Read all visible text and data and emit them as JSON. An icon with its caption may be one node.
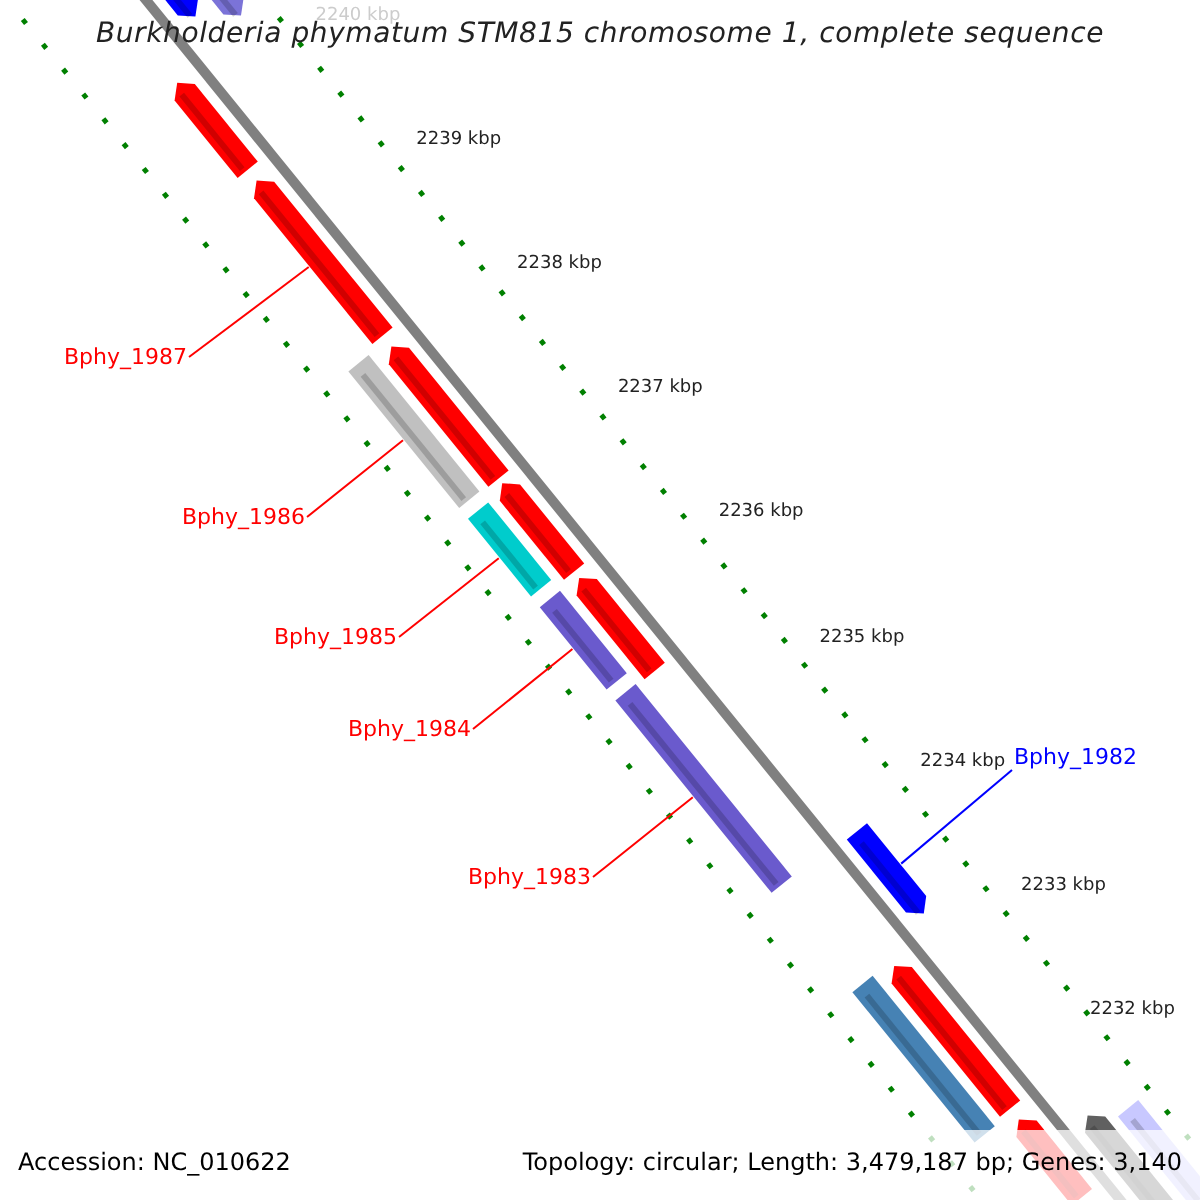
{
  "diagram": {
    "title": "Burkholderia phymatum STM815 chromosome 1, complete sequence",
    "nodes": [
      {
        "text": [
          "Bphy_1987"
        ]
      },
      {
        "text": [
          "Bphy_1986"
        ]
      },
      {
        "text": [
          "Bphy_1985"
        ]
      },
      {
        "text": [
          "Bphy_1984"
        ]
      },
      {
        "text": [
          "Bphy_1983"
        ]
      },
      {
        "text": [
          "Bphy_1982"
        ]
      },
      {
        "text": [],
        "shape": "bar"
      },
      {
        "text": [],
        "shape": "bar"
      },
      {
        "text": [],
        "shape": "bar"
      },
      {
        "text": [],
        "shape": "bar"
      },
      {
        "text": [],
        "shape": "bar"
      },
      {
        "text": [],
        "shape": "bar"
      },
      {
        "text": [],
        "shape": "bar"
      },
      {
        "text": [],
        "shape": "bar"
      },
      {
        "text": [],
        "shape": "bar"
      },
      {
        "text": [],
        "shape": "bar"
      },
      {
        "text": [],
        "shape": "bar"
      },
      {
        "text": [],
        "shape": "bar"
      },
      {
        "text": [],
        "shape": "bar"
      },
      {
        "text": [],
        "shape": "bar"
      },
      {
        "text": [],
        "shape": "bar"
      },
      {
        "text": [],
        "shape": "bar"
      },
      {
        "text": [],
        "shape": "bar"
      }
    ],
    "edges": [
      {
        "from": 0,
        "to": 6,
        "arrow": "none"
      },
      {
        "from": 1,
        "to": 7,
        "arrow": "none"
      },
      {
        "from": 2,
        "to": 8,
        "arrow": "none"
      },
      {
        "from": 3,
        "to": 9,
        "arrow": "none"
      },
      {
        "from": 4,
        "to": 10,
        "arrow": "none"
      },
      {
        "from": 5,
        "to": 11,
        "arrow": "none",
        "color": "#0000ff"
      }
    ],
    "labels": [
      "2240 kbp",
      "2239 kbp",
      "2238 kbp",
      "2237 kbp",
      "2236 kbp",
      "2235 kbp",
      "2234 kbp",
      "2233 kbp",
      "2232 kbp",
      "Accession: NC_010622",
      "Topology: circular; Length: 3,479,187 bp; Genes: 3,140"
    ]
  }
}
